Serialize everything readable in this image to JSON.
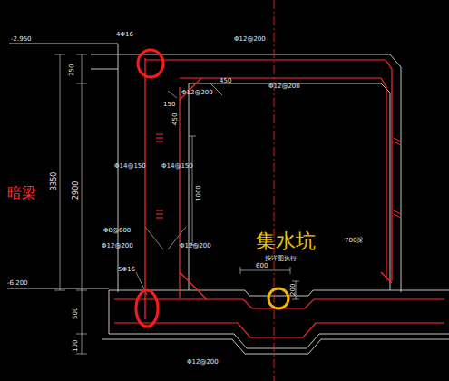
{
  "diagram": {
    "labels": [
      "-2.950",
      "4Φ16",
      "Φ12@200",
      "250",
      "Φ12@200",
      "Φ12@200",
      "450",
      "150",
      "450",
      "3350",
      "2900",
      "Φ14@150",
      "Φ14@150",
      "1000",
      "Φ8@600",
      "Φ12@200",
      "Φ12@200",
      "5Φ16",
      "-6.200",
      "600",
      "200",
      "500",
      "100",
      "Φ12@200",
      "暗梁",
      "集水坑",
      "700深",
      "按详图执行"
    ]
  }
}
